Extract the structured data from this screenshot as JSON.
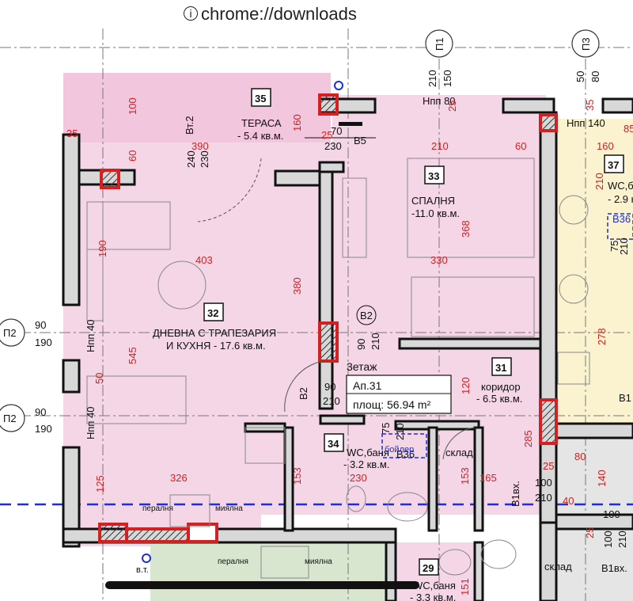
{
  "browser": {
    "url": "chrome://downloads"
  },
  "plan": {
    "grid_labels": [
      "П1",
      "П3",
      "П2",
      "П2"
    ],
    "rooms": [
      {
        "num": "35",
        "name": "ТЕРАСА",
        "area": "- 5.4 кв.м."
      },
      {
        "num": "33",
        "name": "СПАЛНЯ",
        "area": "-11.0 кв.м."
      },
      {
        "num": "32",
        "name": "ДНЕВНА С ТРАПЕЗАРИЯ",
        "name2": "И КУХНЯ - 17.6 кв.м."
      },
      {
        "num": "31",
        "name": "коридор",
        "area": "- 6.5 кв.м."
      },
      {
        "num": "34",
        "name": "WC,баня",
        "area": "- 3.2 кв.м."
      },
      {
        "num": "37",
        "name": "WC,б",
        "area": "- 2.9 кв"
      },
      {
        "num": "29",
        "name": "WC,баня",
        "area": "- 3.3 кв.м."
      }
    ],
    "apartment": {
      "floor": "3етаж",
      "name": "Ап.31",
      "area_label": "площ: 56.94  m²"
    },
    "labels": {
      "b5": "B5",
      "b2a": "B2",
      "b2b": "B2",
      "b36a": "B36",
      "b36b": "B36",
      "b1": "B1",
      "b1vx": "B1вх.",
      "b1vx2": "B1вх.",
      "vt": "в.т.",
      "vt2": "Вт.2",
      "nlp80": "Нпп 80",
      "nlp140": "Нпп 140",
      "nlp40a": "Нпп 40",
      "nlp40b": "Нпп 40",
      "boiler": "бойлер",
      "sklad1": "склад",
      "sklad2": "склад",
      "peralnia1": "пералня",
      "miyalna1": "миялна",
      "peralnia2": "пералня",
      "miyalna2": "миялна"
    },
    "dims": {
      "d100": "100",
      "d35": "35",
      "d390": "390",
      "d60a": "60",
      "d240": "240",
      "d230": "230",
      "d160a": "160",
      "d70": "70",
      "d230b": "230",
      "d25": "25",
      "d25b": "25",
      "d210a": "210",
      "d150": "150",
      "d210b": "210",
      "d60b": "60",
      "d50": "50",
      "d80": "80",
      "d35b": "35",
      "d85": "85",
      "d160b": "160",
      "d210c": "210",
      "d190": "190",
      "d403": "403",
      "d368": "368",
      "d330": "330",
      "d380": "380",
      "d90a": "90",
      "d190a": "190",
      "d90b": "90",
      "d190b": "190",
      "d545": "545",
      "d50b": "50",
      "d90c": "90",
      "d210d": "210",
      "d120": "120",
      "d90d": "90",
      "d210e": "210",
      "d278": "278",
      "d75": "75",
      "d210f": "210",
      "d326": "326",
      "d125": "125",
      "d153a": "153",
      "d230c": "230",
      "d153b": "153",
      "d165": "165",
      "d285": "285",
      "d25c": "25",
      "d80b": "80",
      "d100b": "100",
      "d210g": "210",
      "d140": "140",
      "d40": "40",
      "d100c": "100",
      "d25d": "25",
      "d100d": "100",
      "d210h": "210",
      "d151": "151",
      "d210i": "210",
      "d75b": "75"
    }
  }
}
